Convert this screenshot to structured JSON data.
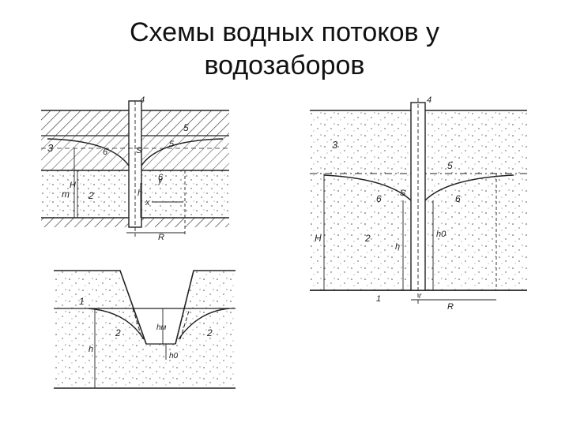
{
  "slide": {
    "title_line1": "Схемы водных потоков у",
    "title_line2": "водозаборов"
  },
  "diagram_top_left": {
    "labels": {
      "l1": "4",
      "l2": "5",
      "l3": "3",
      "l4": "6",
      "l5": "5",
      "l6": "6",
      "l7": "S",
      "l8": "m",
      "l9": "H",
      "l10": "2",
      "l11": "y",
      "l12": "h",
      "l13": "x",
      "l14": "R"
    }
  },
  "diagram_bottom_left": {
    "labels": {
      "l1": "1",
      "l2": "2",
      "l3": "2",
      "l4": "h",
      "l5": "hм",
      "l6": "h0"
    }
  },
  "diagram_right": {
    "labels": {
      "l1": "4",
      "l2": "3",
      "l3": "5",
      "l4": "6",
      "l5": "6",
      "l6": "S",
      "l7": "H",
      "l8": "2",
      "l9": "h",
      "l10": "h0",
      "l11": "1",
      "l12": "r",
      "l13": "R"
    }
  },
  "colors": {
    "ink": "#222222",
    "background": "#ffffff"
  }
}
